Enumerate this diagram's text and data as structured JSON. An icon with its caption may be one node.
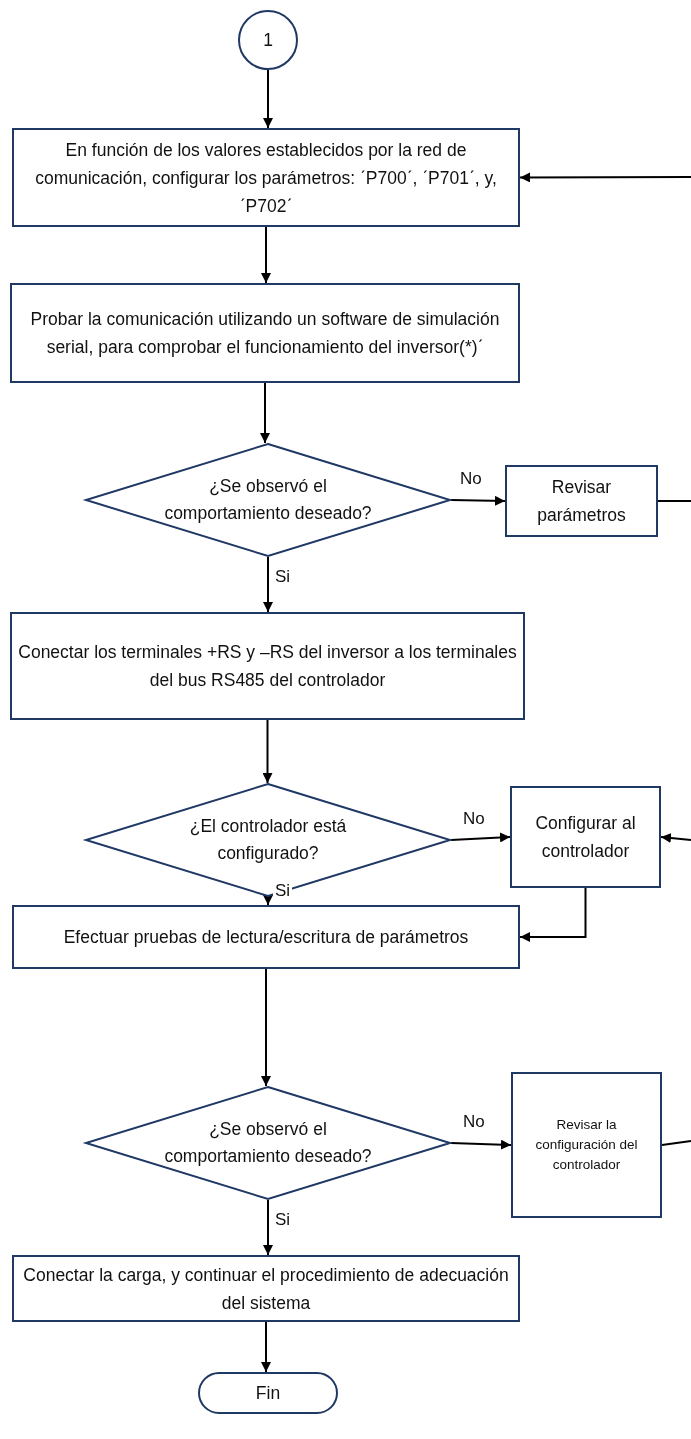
{
  "diagram": {
    "nodes": [
      {
        "text": [
          "1"
        ]
      },
      {
        "text": [
          "En función de los valores establecidos por la red de comunicación, configurar los parámetros: ˊP700ˊ, ˊP701ˊ, y, ˊP702ˊ"
        ]
      },
      {
        "text": [
          "Probar la comunicación utilizando un software de simulación serial, para comprobar el funcionamiento del inversor(*)ˊ"
        ]
      },
      {
        "text": [
          "¿Se observó el comportamiento deseado?"
        ]
      },
      {
        "text": [
          "Revisar parámetros"
        ]
      },
      {
        "text": [
          "Conectar los terminales +RS y –RS del inversor a los terminales del bus RS485 del controlador"
        ]
      },
      {
        "text": [
          "¿El controlador está configurado?"
        ]
      },
      {
        "text": [
          "Configurar al controlador"
        ]
      },
      {
        "text": [
          "Efectuar pruebas de lectura/escritura de parámetros"
        ]
      },
      {
        "text": [
          "¿Se observó el comportamiento deseado?"
        ]
      },
      {
        "text": [
          "Revisar la configuración del controlador"
        ]
      },
      {
        "text": [
          "Conectar la carga, y continuar el procedimiento de adecuación del sistema"
        ]
      },
      {
        "text": [
          "Fin"
        ]
      }
    ],
    "edges": [
      {
        "from": 0,
        "to": 1,
        "arrow": "to"
      },
      {
        "from": 1,
        "to": 2,
        "arrow": "to"
      },
      {
        "from": 2,
        "to": 3,
        "arrow": "to"
      },
      {
        "from": 3,
        "to": 4,
        "label": "No",
        "arrow": "to"
      },
      {
        "from": 4,
        "to": null,
        "arrow": "none"
      },
      {
        "from": null,
        "to": 1,
        "arrow": "to"
      },
      {
        "from": 3,
        "to": 5,
        "label": "Si",
        "arrow": "to"
      },
      {
        "from": 5,
        "to": 6,
        "arrow": "to"
      },
      {
        "from": 6,
        "to": 7,
        "label": "No",
        "arrow": "to"
      },
      {
        "from": null,
        "to": 7,
        "arrow": "to"
      },
      {
        "from": 7,
        "to": 8,
        "arrow": "to"
      },
      {
        "from": 6,
        "to": 8,
        "label": "Si",
        "arrow": "to"
      },
      {
        "from": 8,
        "to": 9,
        "arrow": "to"
      },
      {
        "from": 9,
        "to": 10,
        "label": "No",
        "arrow": "to"
      },
      {
        "from": 10,
        "to": null,
        "arrow": "none"
      },
      {
        "from": 9,
        "to": 11,
        "label": "Si",
        "arrow": "to"
      },
      {
        "from": 11,
        "to": 12,
        "arrow": "to"
      }
    ]
  }
}
